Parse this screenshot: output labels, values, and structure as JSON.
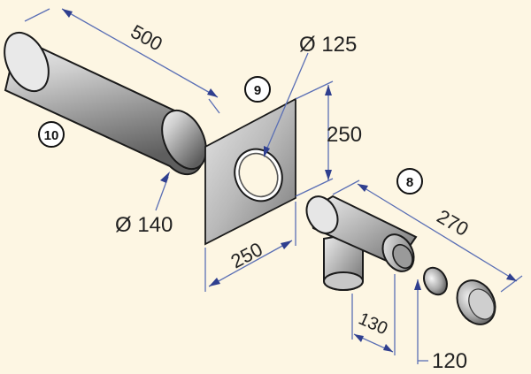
{
  "parts": [
    {
      "number": "10",
      "name": "pipe"
    },
    {
      "number": "9",
      "name": "wall-plate"
    },
    {
      "number": "8",
      "name": "tee-fitting"
    }
  ],
  "dimensions": {
    "pipe_length": "500",
    "pipe_diameter": "Ø 140",
    "plate_hole_diameter": "Ø 125",
    "plate_height": "250",
    "plate_width": "250",
    "tee_length": "270",
    "tee_branch": "130",
    "tee_cap_offset": "120"
  }
}
